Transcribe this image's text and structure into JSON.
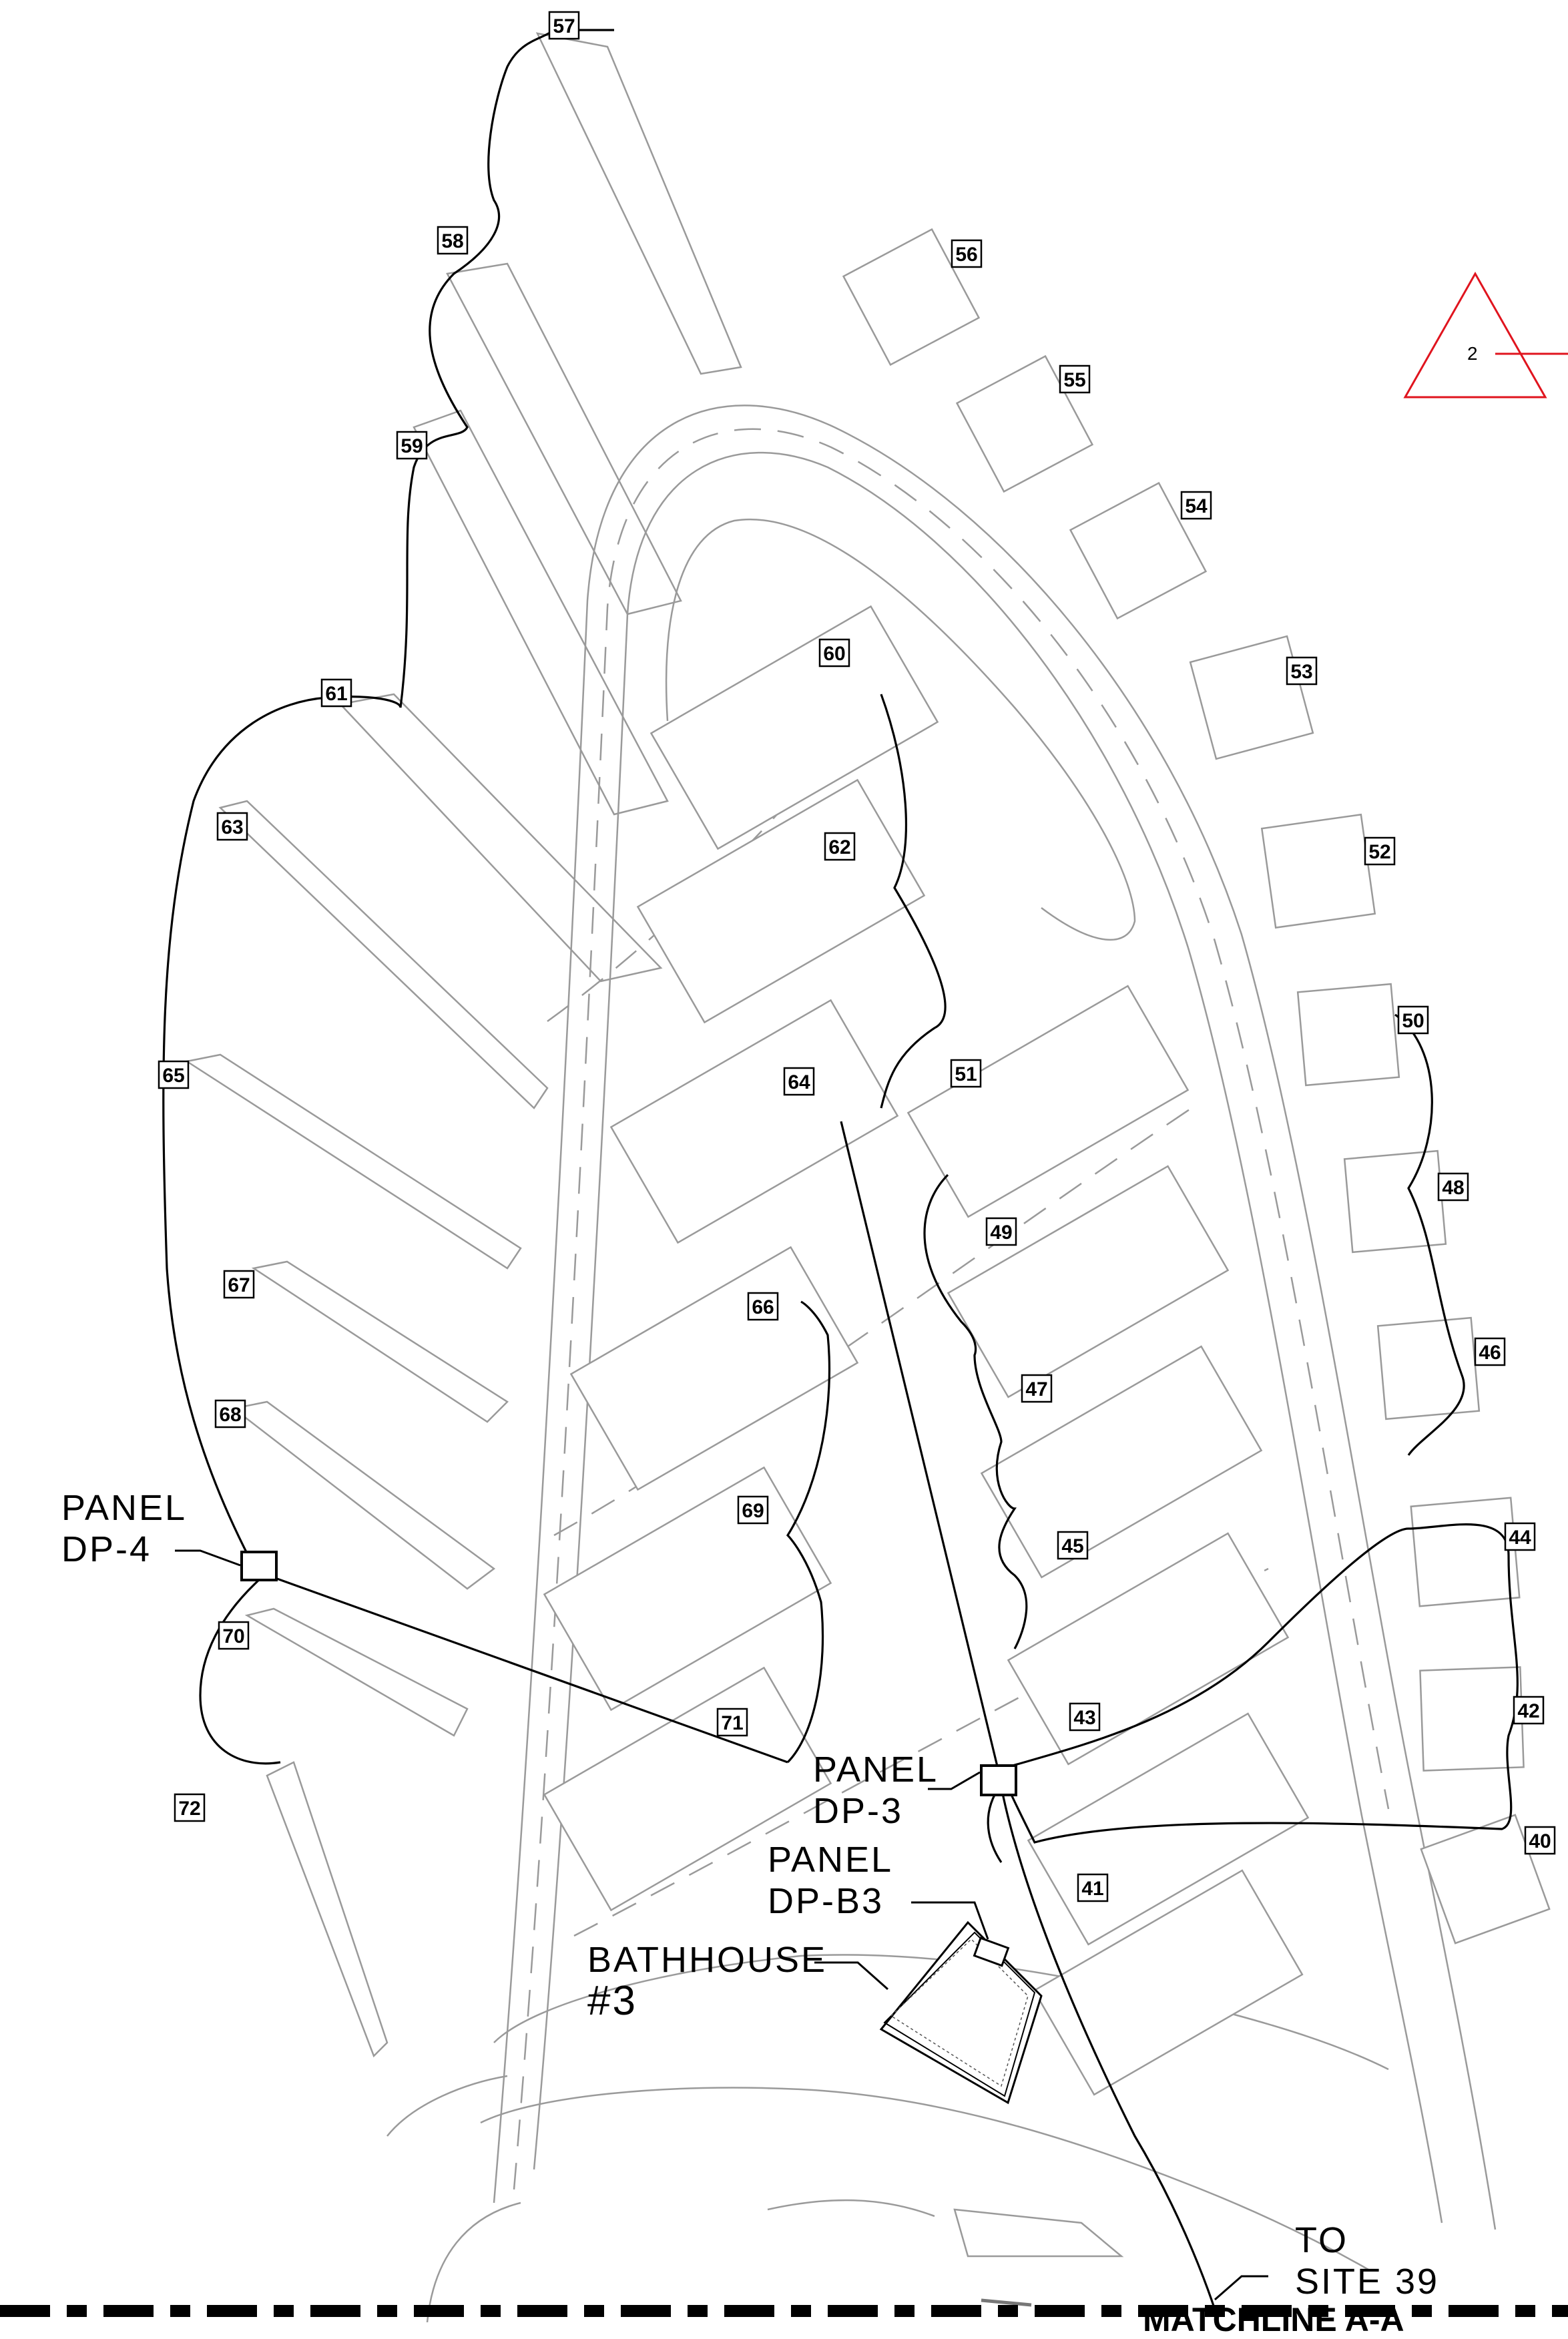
{
  "sites": [
    {
      "id": "57",
      "label": "57"
    },
    {
      "id": "58",
      "label": "58"
    },
    {
      "id": "59",
      "label": "59"
    },
    {
      "id": "56",
      "label": "56"
    },
    {
      "id": "55",
      "label": "55"
    },
    {
      "id": "54",
      "label": "54"
    },
    {
      "id": "53",
      "label": "53"
    },
    {
      "id": "52",
      "label": "52"
    },
    {
      "id": "50",
      "label": "50"
    },
    {
      "id": "48",
      "label": "48"
    },
    {
      "id": "46",
      "label": "46"
    },
    {
      "id": "44",
      "label": "44"
    },
    {
      "id": "42",
      "label": "42"
    },
    {
      "id": "40",
      "label": "40"
    },
    {
      "id": "60",
      "label": "60"
    },
    {
      "id": "62",
      "label": "62"
    },
    {
      "id": "64",
      "label": "64"
    },
    {
      "id": "66",
      "label": "66"
    },
    {
      "id": "69",
      "label": "69"
    },
    {
      "id": "71",
      "label": "71"
    },
    {
      "id": "61",
      "label": "61"
    },
    {
      "id": "63",
      "label": "63"
    },
    {
      "id": "65",
      "label": "65"
    },
    {
      "id": "67",
      "label": "67"
    },
    {
      "id": "68",
      "label": "68"
    },
    {
      "id": "70",
      "label": "70"
    },
    {
      "id": "72",
      "label": "72"
    },
    {
      "id": "51",
      "label": "51"
    },
    {
      "id": "49",
      "label": "49"
    },
    {
      "id": "47",
      "label": "47"
    },
    {
      "id": "45",
      "label": "45"
    },
    {
      "id": "43",
      "label": "43"
    },
    {
      "id": "41",
      "label": "41"
    }
  ],
  "callouts": {
    "panel_dp4": {
      "line1": "PANEL",
      "line2": "DP-4"
    },
    "panel_dp3": {
      "line1": "PANEL",
      "line2": "DP-3"
    },
    "panel_dpb3": {
      "line1": "PANEL",
      "line2": "DP-B3"
    },
    "bathhouse": {
      "line1": "BATHHOUSE",
      "line2": "#3"
    },
    "to_site": {
      "line1": "TO",
      "line2": "SITE 39"
    }
  },
  "matchline": {
    "label": "MATCHLINE A-A"
  },
  "revision": {
    "number": "2",
    "color": "#e0141e"
  },
  "colors": {
    "linework": "#000000",
    "background_linework": "#9a9a9a",
    "revision": "#e0141e"
  }
}
